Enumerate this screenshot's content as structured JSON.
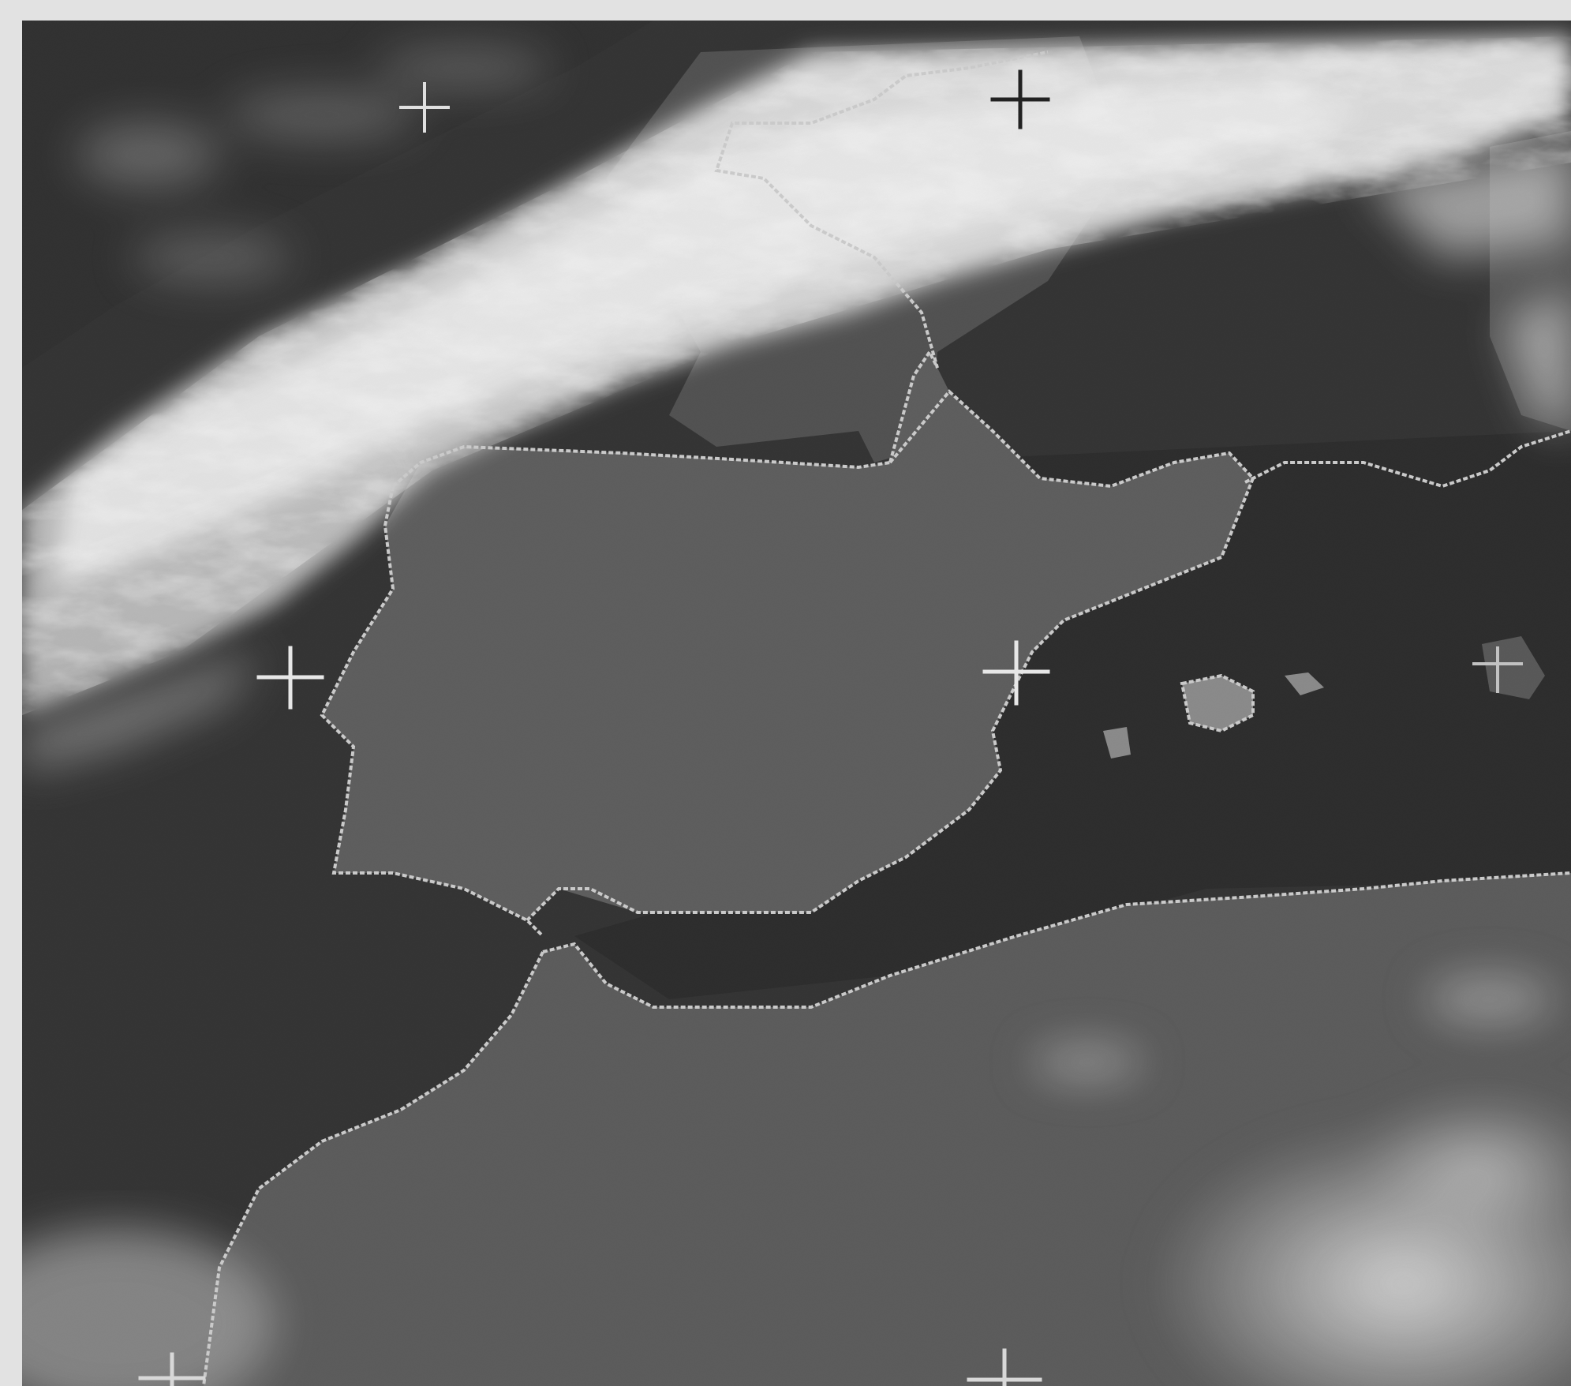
{
  "image": {
    "kind": "satellite-infrared-photo",
    "tone": "grayscale",
    "colors": {
      "paper": "#e2e2e2",
      "sea": "#2e2e2e",
      "land_iberia": "#5b5b5b",
      "land_africa": "#585858",
      "cloud": "#d6d6d6",
      "coastline": "#d0d0d0",
      "grid_marker": "#f0f0f0"
    }
  },
  "grid_markers": [
    {
      "name": "grid-cross-1",
      "style": "light"
    },
    {
      "name": "grid-cross-2",
      "style": "dark"
    },
    {
      "name": "grid-cross-3",
      "style": "light"
    },
    {
      "name": "grid-cross-4",
      "style": "light"
    },
    {
      "name": "grid-cross-5",
      "style": "light"
    },
    {
      "name": "grid-cross-6",
      "style": "light"
    },
    {
      "name": "grid-cross-7",
      "style": "light"
    }
  ],
  "regions": [
    "cloud-band-northwest",
    "iberian-peninsula",
    "france",
    "mediterranean-sea",
    "atlantic-ocean",
    "north-africa",
    "balearic-islands",
    "sardinia-corsica"
  ]
}
